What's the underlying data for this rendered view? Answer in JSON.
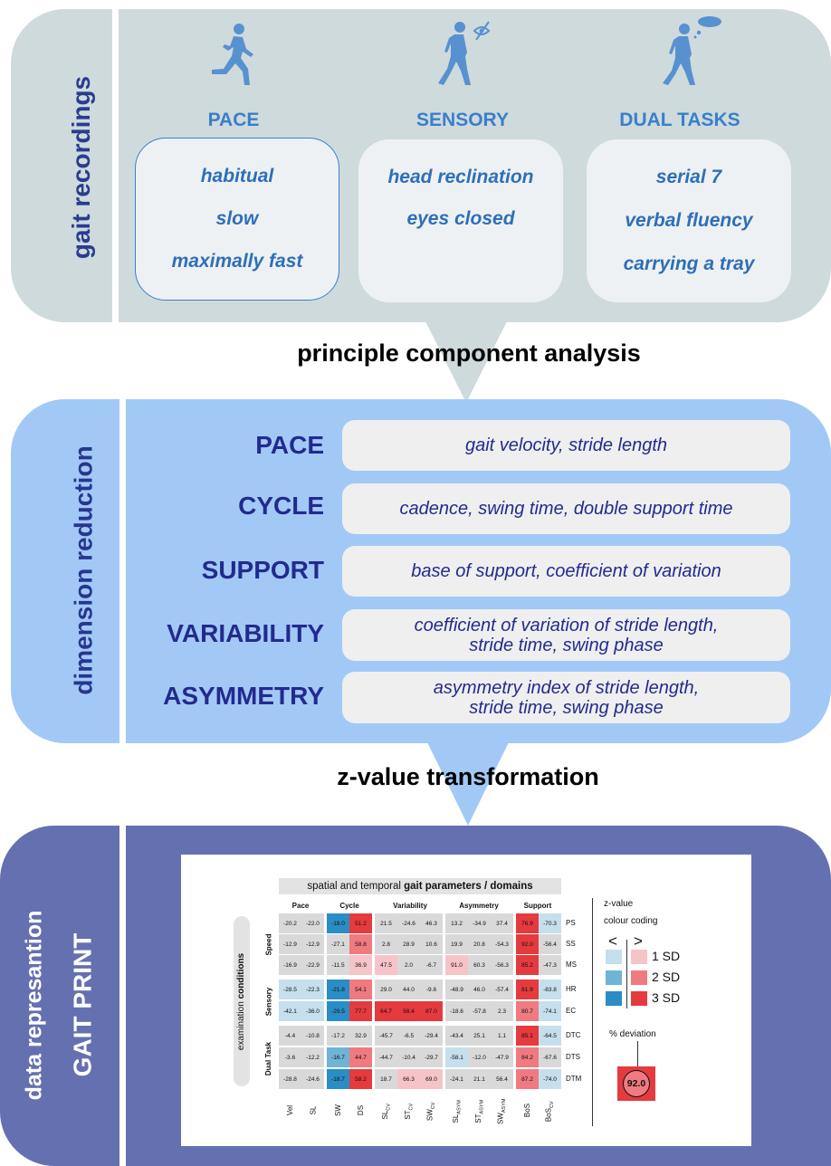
{
  "section1": {
    "side_label": "gait recordings",
    "categories": [
      {
        "title": "PACE",
        "items": [
          "habitual",
          "slow",
          "maximally fast"
        ],
        "icon": "running-person-icon"
      },
      {
        "title": "SENSORY",
        "items": [
          "head reclination",
          "eyes closed"
        ],
        "icon": "walking-person-eye-closed-icon"
      },
      {
        "title": "DUAL TASKS",
        "items": [
          "serial 7",
          "verbal fluency",
          "carrying a tray"
        ],
        "icon": "walking-person-thought-icon"
      }
    ]
  },
  "heading1": "principle component analysis",
  "section2": {
    "side_label": "dimension reduction",
    "rows": [
      {
        "label": "PACE",
        "line1": "gait velocity, stride length",
        "line2": ""
      },
      {
        "label": "CYCLE",
        "line1": "cadence, swing time, double support time",
        "line2": ""
      },
      {
        "label": "SUPPORT",
        "line1": "base of support, coefficient of variation",
        "line2": ""
      },
      {
        "label": "VARIABILITY",
        "line1": "coefficient of variation of stride length,",
        "line2": "stride time, swing phase"
      },
      {
        "label": "ASYMMETRY",
        "line1": "asymmetry index of stride length,",
        "line2": "stride time, swing phase"
      }
    ]
  },
  "heading2": "z-value transformation",
  "section3": {
    "side_label_line1": "data represantion",
    "side_label_line2": "GAIT PRINT",
    "title_normal": "spatial and temporal ",
    "title_bold": "gait parameters / domains",
    "domain_headers": [
      "Pace",
      "Cycle",
      "Variability",
      "Asymmetry",
      "Support"
    ],
    "cond_axis_normal": "examination ",
    "cond_axis_bold": "conditions",
    "groups": [
      "Speed",
      "Sensory",
      "Dual Task"
    ],
    "row_labels": [
      "PS",
      "SS",
      "MS",
      "HR",
      "EC",
      "DTC",
      "DTS",
      "DTM"
    ],
    "col_labels": [
      {
        "base": "Vel",
        "sub": ""
      },
      {
        "base": "SL",
        "sub": ""
      },
      {
        "base": "SW",
        "sub": ""
      },
      {
        "base": "DS",
        "sub": ""
      },
      {
        "base": "SL",
        "sub": "CV"
      },
      {
        "base": "ST",
        "sub": "CV"
      },
      {
        "base": "SW",
        "sub": "CV"
      },
      {
        "base": "SL",
        "sub": "ASYM"
      },
      {
        "base": "ST",
        "sub": "ASYM"
      },
      {
        "base": "SW",
        "sub": "ASYM"
      },
      {
        "base": "BoS",
        "sub": ""
      },
      {
        "base": "BoS",
        "sub": "CV"
      }
    ],
    "values": [
      [
        "-20.2",
        "-22.0",
        "-18.0",
        "51.2",
        "21.5",
        "-24.6",
        "46.3",
        "13.2",
        "-34.9",
        "37.4",
        "76.9",
        "-70.3"
      ],
      [
        "-12.9",
        "-12.9",
        "-27.1",
        "58.8",
        "2.8",
        "28.9",
        "10.6",
        "19.9",
        "20.8",
        "-54.3",
        "92.0",
        "-56.4"
      ],
      [
        "-16.9",
        "-22.9",
        "-11.5",
        "36.9",
        "47.5",
        "2.0",
        "-6.7",
        "91.0",
        "60.3",
        "-56.3",
        "85.2",
        "-47.3"
      ],
      [
        "-28.5",
        "-22.3",
        "-21.8",
        "54.1",
        "29.0",
        "44.0",
        "-9.6",
        "-48.9",
        "46.0",
        "-57.4",
        "81.9",
        "-83.8"
      ],
      [
        "-42.1",
        "-36.0",
        "-29.5",
        "77.7",
        "64.7",
        "98.4",
        "87.0",
        "-18.6",
        "-57.8",
        "2.3",
        "80.7",
        "-74.1"
      ],
      [
        "-4.4",
        "-10.8",
        "-17.2",
        "32.9",
        "-45.7",
        "-6.5",
        "-29.4",
        "-43.4",
        "25.1",
        "1.1",
        "85.1",
        "-64.5"
      ],
      [
        "-3.6",
        "-12.2",
        "-16.7",
        "44.7",
        "-44.7",
        "-10.4",
        "-29.7",
        "-58.1",
        "-12.0",
        "-47.9",
        "84.2",
        "-67.6"
      ],
      [
        "-28.8",
        "-24.6",
        "-18.7",
        "58.2",
        "18.7",
        "66.3",
        "69.0",
        "-24.1",
        "21.1",
        "56.4",
        "87.2",
        "-74.0"
      ]
    ],
    "codes": [
      [
        0,
        0,
        -3,
        3,
        0,
        0,
        0,
        0,
        0,
        0,
        3,
        -1
      ],
      [
        0,
        0,
        0,
        2,
        0,
        0,
        0,
        0,
        0,
        0,
        3,
        0
      ],
      [
        0,
        0,
        0,
        1,
        1,
        0,
        0,
        1,
        0,
        0,
        3,
        0
      ],
      [
        -1,
        -1,
        -3,
        2,
        0,
        0,
        0,
        0,
        0,
        0,
        3,
        -1
      ],
      [
        -1,
        -1,
        -3,
        3,
        3,
        3,
        3,
        0,
        0,
        0,
        2,
        -1
      ],
      [
        0,
        0,
        0,
        0,
        0,
        0,
        0,
        0,
        0,
        0,
        3,
        -1
      ],
      [
        0,
        0,
        -2,
        2,
        0,
        0,
        0,
        -1,
        0,
        0,
        2,
        0
      ],
      [
        0,
        0,
        -3,
        3,
        0,
        1,
        1,
        0,
        0,
        0,
        2,
        -1
      ]
    ],
    "colors": {
      "gray": "#d9d9d9",
      "neg1": "#c5dfec",
      "neg2": "#6fb3d6",
      "neg3": "#2a8dc5",
      "pos1": "#f6c4c8",
      "pos2": "#ef7a80",
      "pos3": "#e53a3e"
    },
    "legend": {
      "line1": "z-value",
      "line2": "colour coding",
      "lt": "<",
      "gt": ">",
      "sd_labels": [
        "1 SD",
        "2 SD",
        "3 SD"
      ],
      "deviation_label": "% deviation",
      "deviation_value": "92.0"
    }
  }
}
